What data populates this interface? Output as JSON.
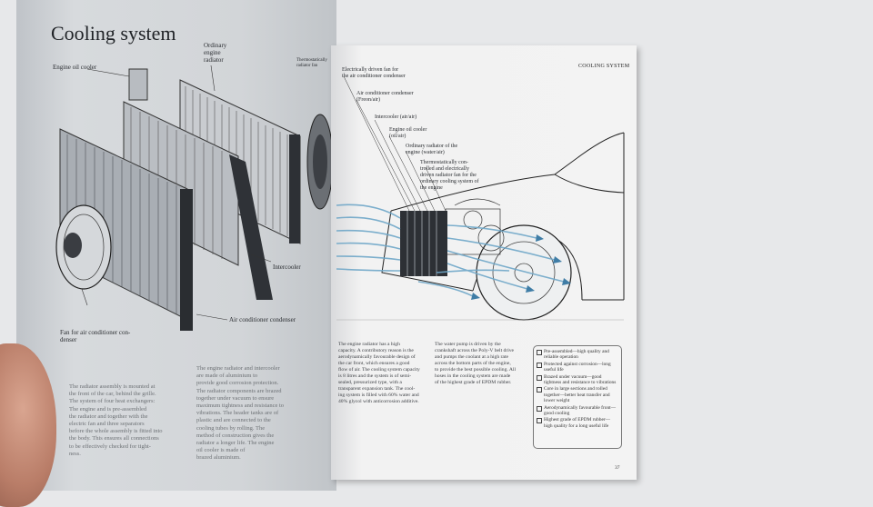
{
  "left_page": {
    "title": "Cooling system",
    "labels": {
      "engine_oil_cooler": "Engine oil cooler",
      "ordinary_radiator": "Ordinary\nengine\nradiator",
      "thermostat": "Thermostatically\nradiator fan",
      "intercooler": "Intercooler",
      "ac_condenser": "Air conditioner condenser",
      "fan_ac": "Fan for air conditioner con-\ndenser"
    },
    "text_col1": "The radiator assembly is mounted at\nthe front of the car, behind the grille.\nThe system of four heat exchangers:\nThe engine and is pre-assembled\nthe radiator and together with the\nelectric fan and three separators\nbefore the whole assembly is fitted into\nthe body. This ensures all connections\nto be effectively checked for tight-\nness.",
    "text_col2": "The engine radiator and intercooler\nare made of aluminium to\nprovide good corrosion protection.\nThe radiator components are brazed\ntogether under vacuum to ensure\nmaximum tightness and resistance to\nvibrations. The header tanks are of\nplastic and are connected to the\ncooling tubes by rolling. The\nmethod of construction gives the\nradiator a longer life. The engine\noil cooler is made of\nbrazed aluminium."
  },
  "right_page": {
    "header": "COOLING SYSTEM",
    "labels": {
      "electric_fan": "Electrically driven fan for\nthe air conditioner condenser",
      "ac_condenser": "Air conditioner condenser\n(Freon/air)",
      "intercooler": "Intercooler (air/air)",
      "oil_cooler": "Engine oil cooler\n(oil/air)",
      "ordinary_radiator": "Ordinary radiator of the\nengine (water/air)",
      "thermo_fan": "Thermostatically con-\ntrolled and electrically\ndriven radiator fan for the\nordinary cooling system of\nthe engine"
    },
    "text_col1": "The engine radiator has a high\ncapacity. A contributory reason is the\naerodynamically favourable design of\nthe car front, which ensures a good\nflow of air. The cooling system capacity\nis 8 litres and the system is of semi-\nsealed, pressurized type, with a\ntransparent expansion tank. The cool-\ning system is filled with 60% water and\n40% glycol with anticorrosion additive.",
    "text_col2": "The water pump is driven by the\ncrankshaft across the Poly-V belt drive\nand pumps the coolant at a high rate\nacross the bottom parts of the engine,\nto provide the best possible cooling. All\nhoses in the cooling system are made\nof the highest grade of EPDM rubber.",
    "features": [
      "Pre-assembled—high quality and reliable operation",
      "Protected against corrosion—long useful life",
      "Brazed under vacuum—good tightness and resistance to vibrations",
      "Core in large sections and rolled together—better heat transfer and lower weight",
      "Aerodynamically favourable front—good cooling",
      "Highest grade of EPDM rubber—high quality for a long useful life"
    ],
    "page_number": "37"
  },
  "colors": {
    "airflow": "#6fa7c8",
    "airflow_dark": "#3f7da6",
    "ink": "#1f2226"
  }
}
